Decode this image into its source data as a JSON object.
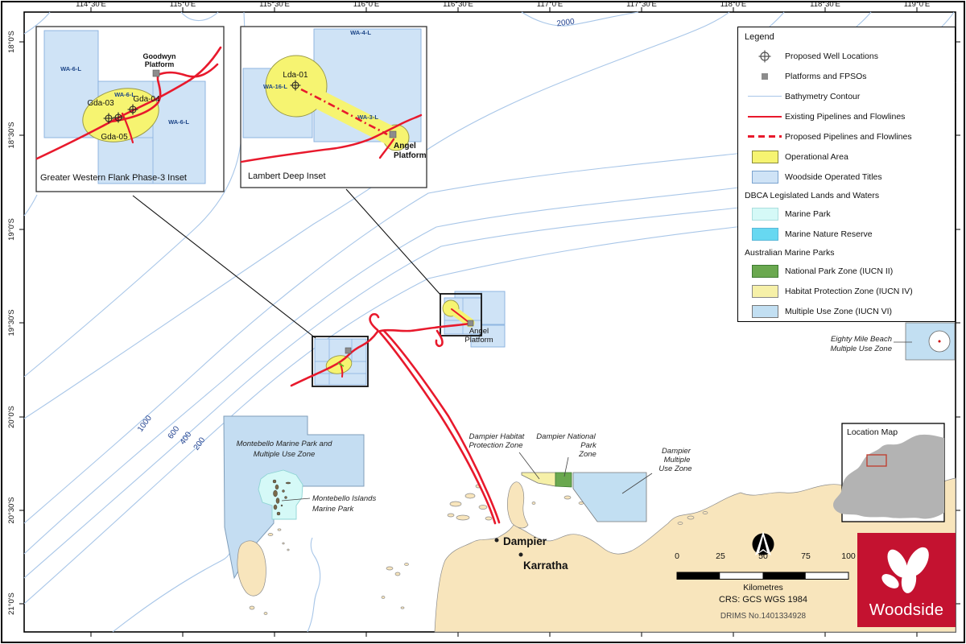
{
  "axes": {
    "lon": [
      "114°30'E",
      "115°0'E",
      "115°30'E",
      "116°0'E",
      "116°30'E",
      "117°0'E",
      "117°30'E",
      "118°0'E",
      "118°30'E",
      "119°0'E"
    ],
    "lat": [
      "18°0'S",
      "18°30'S",
      "19°0'S",
      "19°30'S",
      "20°0'S",
      "20°30'S",
      "21°0'S"
    ]
  },
  "contours": {
    "l2000": "2000",
    "l1000": "1000",
    "l600": "600",
    "l400": "400",
    "l200": "200"
  },
  "inset_gwf": {
    "caption": "Greater Western Flank Phase-3 Inset",
    "title_left": "WA-6-L",
    "title_mid": "WA-6-L",
    "title_right": "WA-6-L",
    "platform1": "Goodwyn",
    "platform2": "Platform",
    "well1": "Gda-03",
    "well2": "Gda-04",
    "well3": "Gda-05"
  },
  "inset_ld": {
    "caption": "Lambert Deep Inset",
    "title_top": "WA-4-L",
    "title_left": "WA-16-L",
    "title_mid": "WA-3-L",
    "well": "Lda-01",
    "platform1": "Angel",
    "platform2": "Platform"
  },
  "main": {
    "angel1": "Angel",
    "angel2": "Platform",
    "montebello_muz1": "Montebello Marine Park and",
    "montebello_muz2": "Multiple Use Zone",
    "montebello_mp1": "Montebello Islands",
    "montebello_mp2": "Marine Park",
    "hpz1": "Dampier Habitat",
    "hpz2": "Protection Zone",
    "npz1": "Dampier National",
    "npz2": "Park",
    "npz3": "Zone",
    "muz1": "Dampier",
    "muz2": "Multiple",
    "muz3": "Use Zone",
    "emb1": "Eighty Mile Beach",
    "emb2": "Multiple Use Zone",
    "town_dampier": "Dampier",
    "town_karratha": "Karratha"
  },
  "legend": {
    "title": "Legend",
    "items": [
      {
        "label": "Proposed Well Locations"
      },
      {
        "label": "Platforms and FPSOs"
      },
      {
        "label": "Bathymetry Contour"
      },
      {
        "label": "Existing Pipelines and Flowlines"
      },
      {
        "label": "Proposed Pipelines and Flowlines"
      },
      {
        "label": "Operational Area"
      },
      {
        "label": "Woodside Operated Titles"
      },
      {
        "label": "DBCA Legislated Lands and Waters"
      },
      {
        "label": "Marine Park"
      },
      {
        "label": "Marine Nature Reserve"
      },
      {
        "label": "Australian Marine Parks"
      },
      {
        "label": "National Park Zone (IUCN II)"
      },
      {
        "label": "Habitat Protection Zone (IUCN IV)"
      },
      {
        "label": "Multiple Use Zone (IUCN VI)"
      }
    ]
  },
  "location_map": {
    "title": "Location Map"
  },
  "scalebar": {
    "t0": "0",
    "t25": "25",
    "t50": "50",
    "t75": "75",
    "t100": "100",
    "unit": "Kilometres",
    "crs": "CRS: GCS WGS 1984",
    "drims": "DRIMS No.1401334928"
  },
  "logo": {
    "wordmark": "Woodside"
  },
  "colors": {
    "pipeline_red": "#e8192c",
    "operational_yellow": "#f6f471",
    "woodside_titles_blue": "#cfe3f6",
    "marine_park_cyan": "#d5f9f7",
    "marine_nature_reserve_cyan": "#67d8f1",
    "national_park_green": "#6aa84f",
    "habitat_protection_yellow": "#f6f0a8",
    "multiple_use_blue": "#c2dff2",
    "bathymetry_blue": "#a8c6e8",
    "land_tan": "#f8e5bc",
    "logo_red": "#c41230"
  }
}
